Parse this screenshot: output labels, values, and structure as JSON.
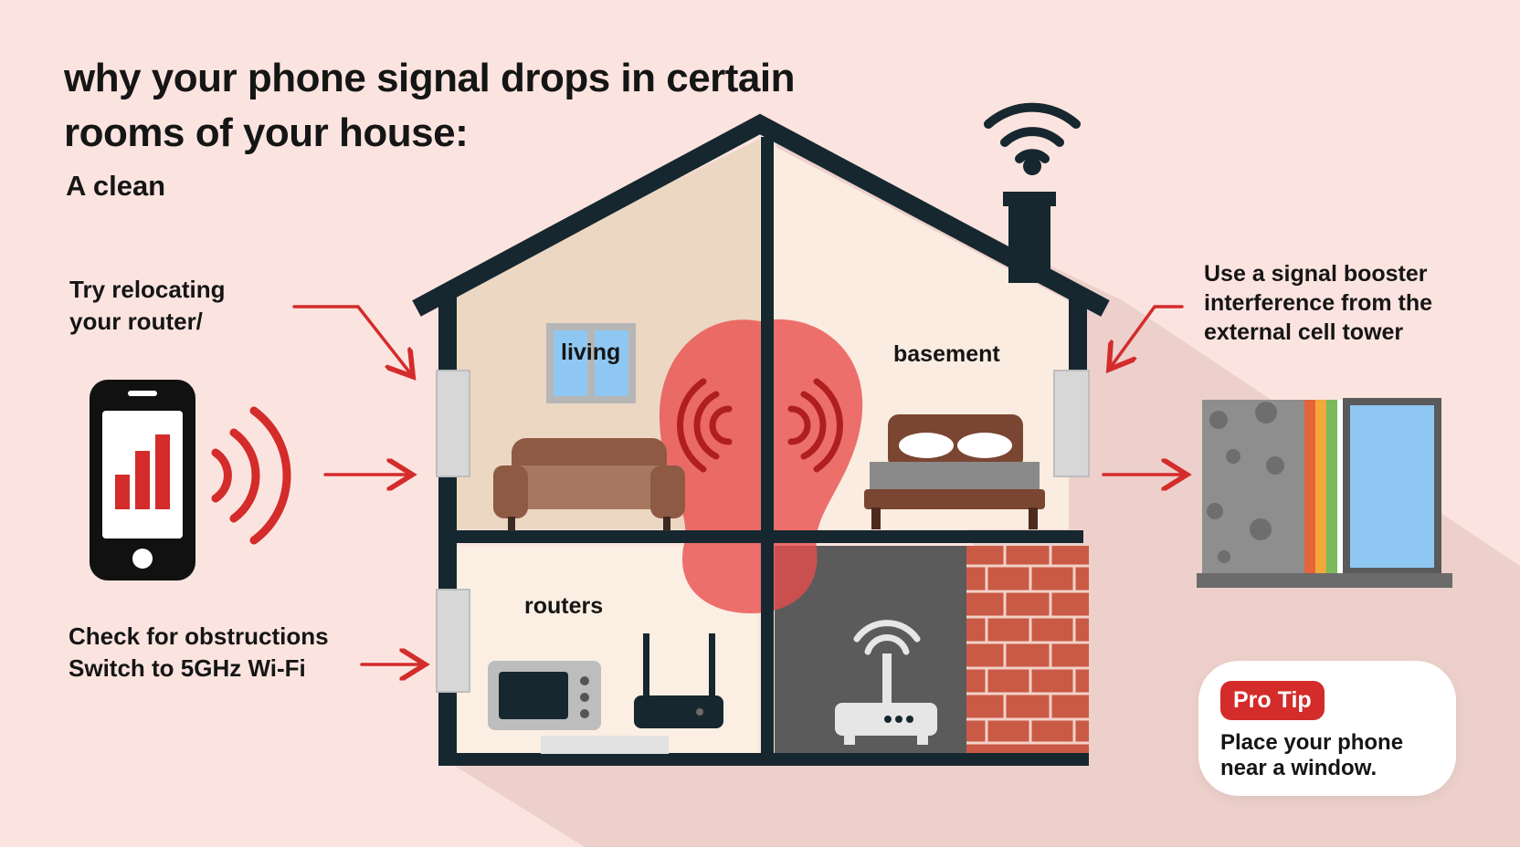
{
  "title_lines": [
    "why your phone signal drops in certain",
    "rooms of your house:"
  ],
  "subtitle": "A clean",
  "left_notes": {
    "top": [
      "Try relocating",
      "your router/"
    ],
    "bottom": [
      "Check for obstructions",
      "Switch to 5GHz Wi-Fi"
    ]
  },
  "right_note": [
    "Use a signal booster",
    "interference from the",
    "external cell tower"
  ],
  "rooms": {
    "living": "living",
    "basement": "basement",
    "routers": "routers"
  },
  "pro_tip": {
    "badge": "Pro Tip",
    "text": [
      "Place your phone",
      "near a window."
    ]
  },
  "phone_bars": [
    0.35,
    0.65,
    1.0
  ],
  "colors": {
    "background": "#fbe4df",
    "accent_red": "#d42b2b",
    "house_outline": "#16272f",
    "text": "#151515"
  },
  "icons": [
    "phone-icon",
    "wifi-icon",
    "signal-waves-icon",
    "sofa-icon",
    "bed-icon",
    "window-icon",
    "microwave-icon",
    "router-icon",
    "wifi-router-icon",
    "brick-wall-icon",
    "wall-layers-icon",
    "arrow-icon"
  ]
}
